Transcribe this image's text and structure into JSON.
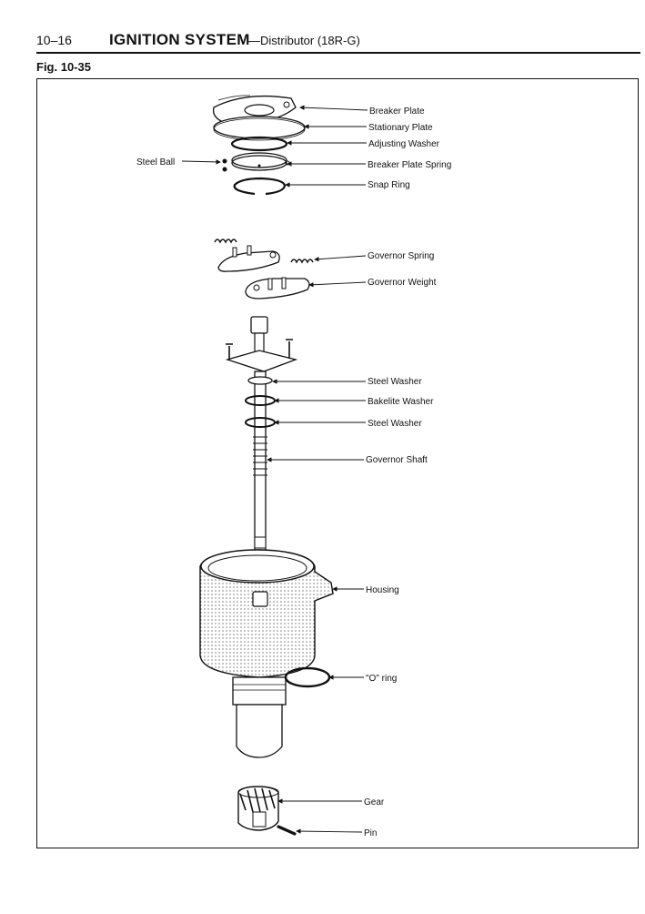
{
  "header": {
    "page_number": "10–16",
    "section_title": "IGNITION SYSTEM",
    "dash": "—",
    "subtitle": "Distributor (18R-G)"
  },
  "figure": {
    "label": "Fig. 10-35",
    "callouts": {
      "breaker_plate": "Breaker Plate",
      "stationary_plate": "Stationary Plate",
      "adjusting_washer": "Adjusting Washer",
      "steel_ball": "Steel Ball",
      "breaker_plate_spring": "Breaker Plate Spring",
      "snap_ring": "Snap Ring",
      "governor_spring": "Governor Spring",
      "governor_weight": "Governor Weight",
      "steel_washer_upper": "Steel Washer",
      "bakelite_washer": "Bakelite Washer",
      "steel_washer_lower": "Steel Washer",
      "governor_shaft": "Governor Shaft",
      "housing": "Housing",
      "o_ring": "\"O\" ring",
      "gear": "Gear",
      "pin": "Pin"
    }
  }
}
